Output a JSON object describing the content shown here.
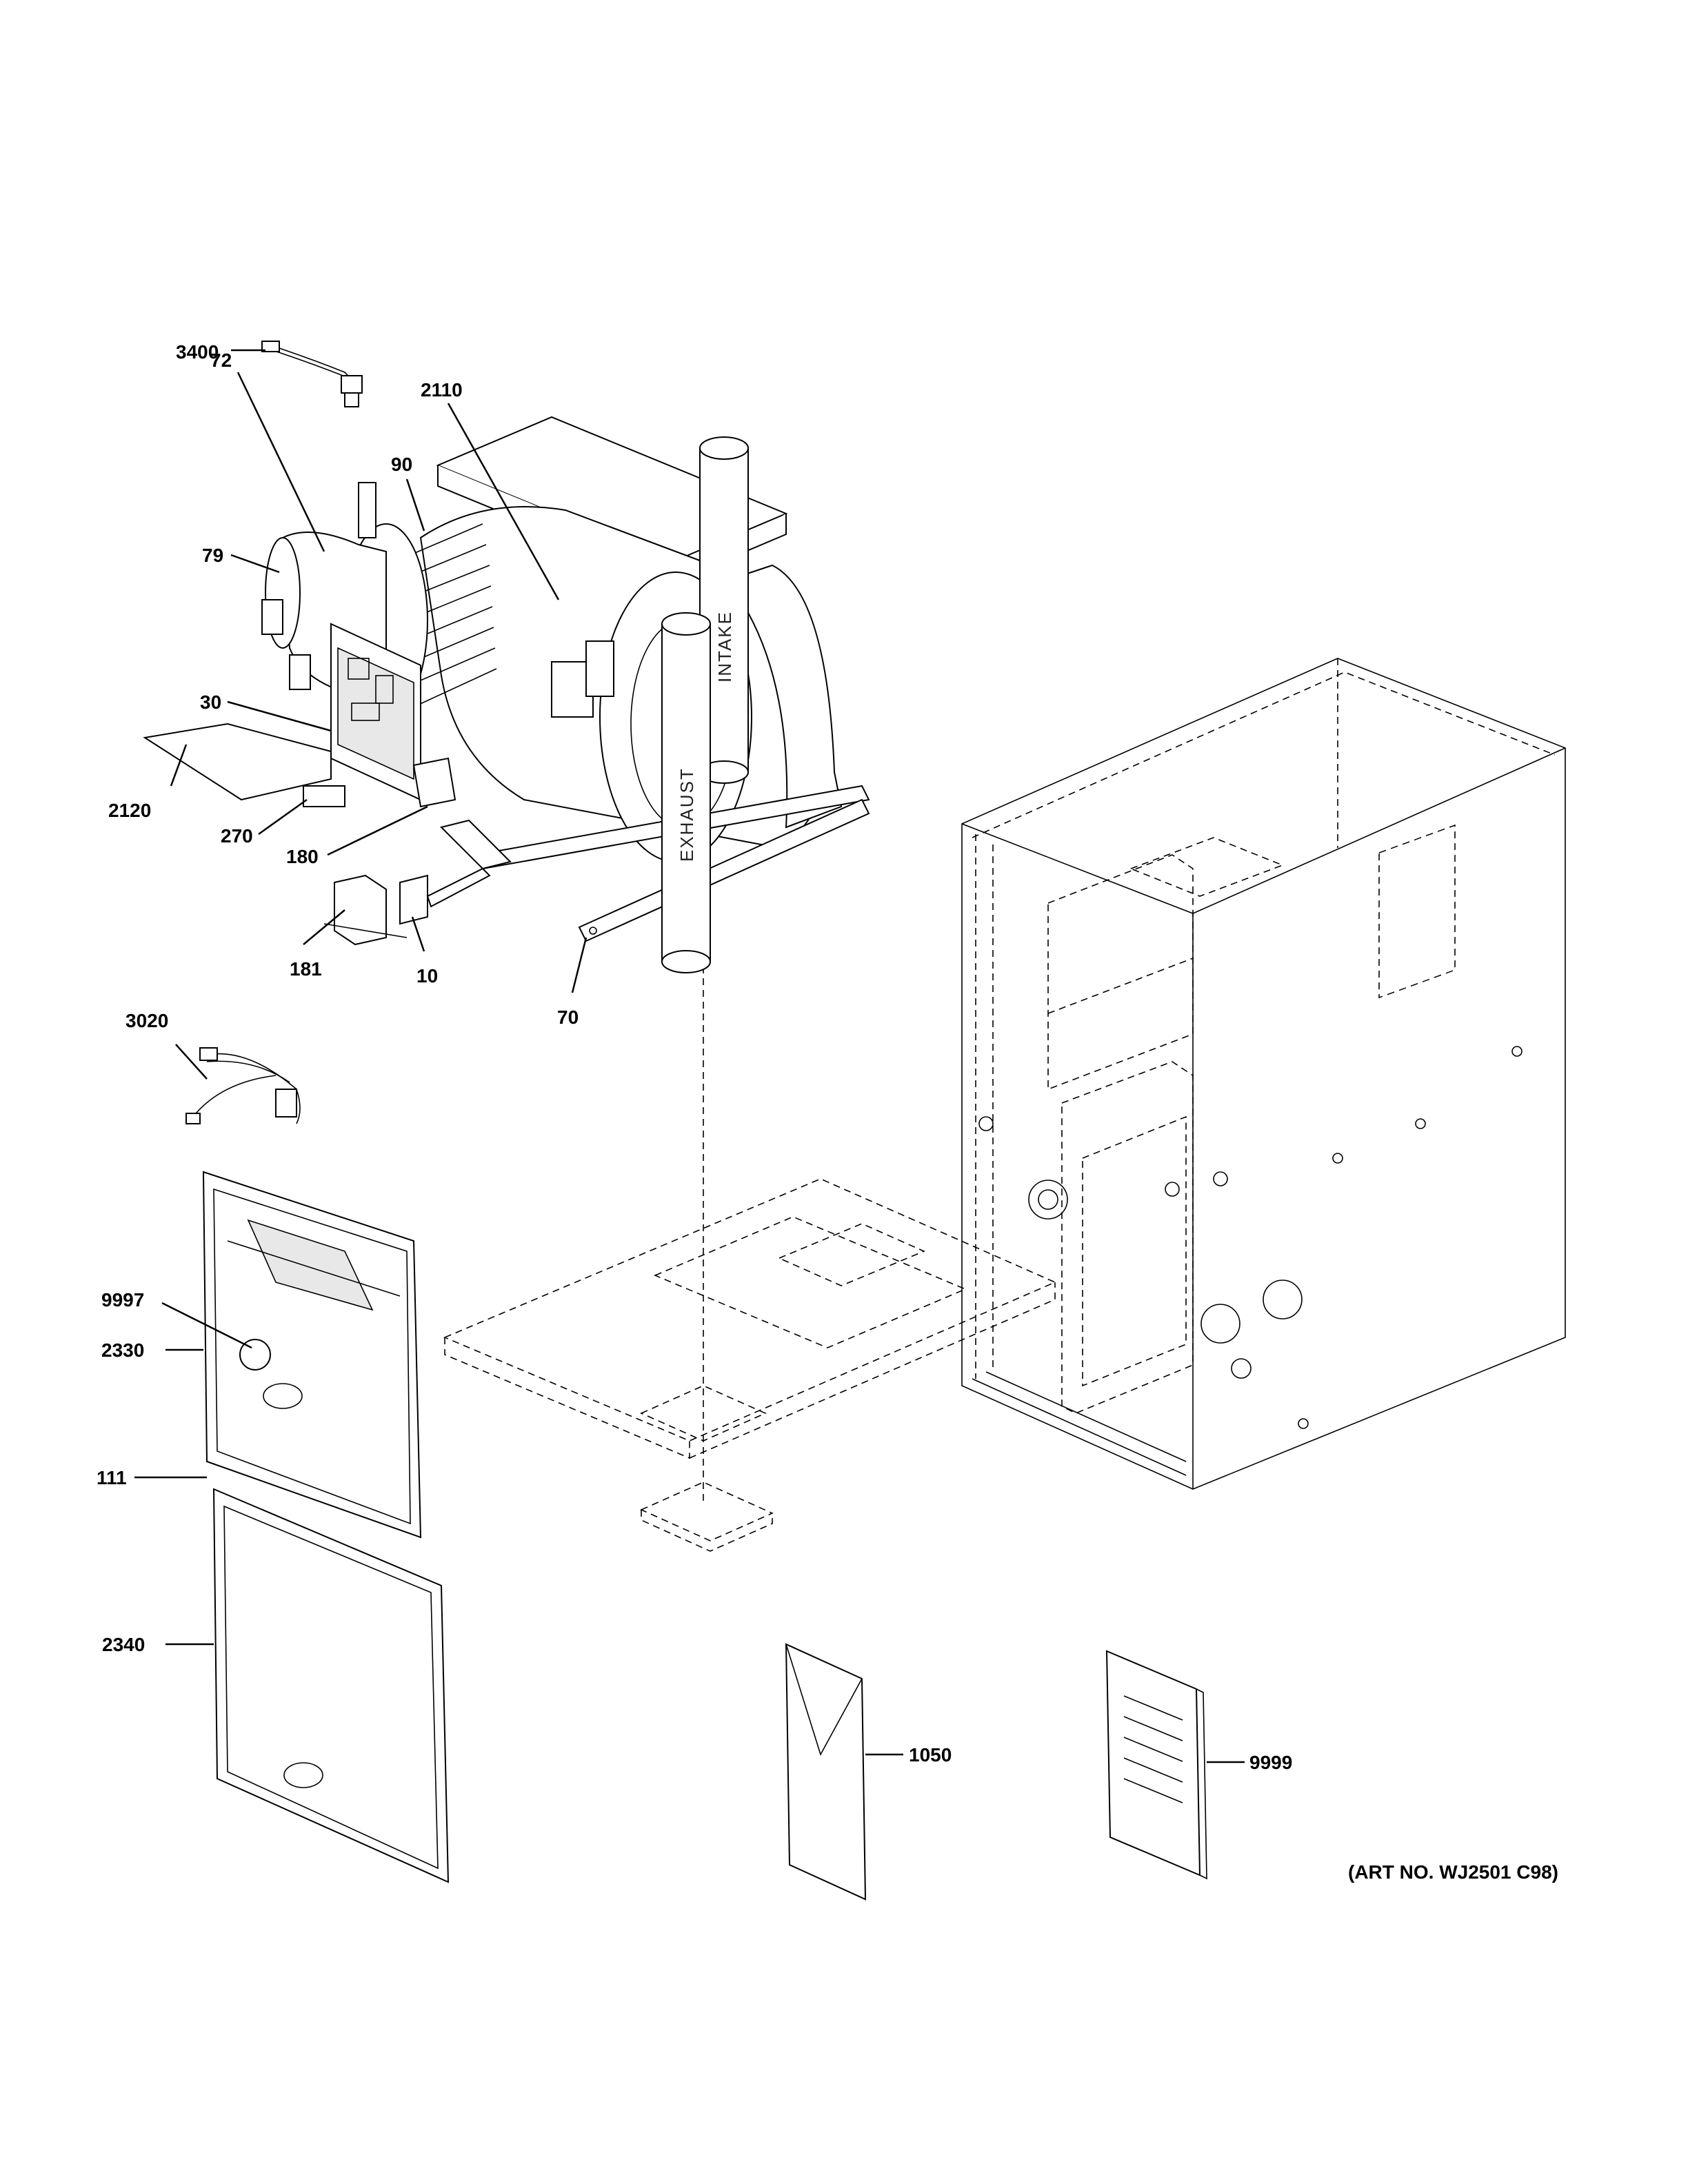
{
  "callouts": [
    {
      "id": "3400"
    },
    {
      "id": "2110"
    },
    {
      "id": "72"
    },
    {
      "id": "90"
    },
    {
      "id": "79"
    },
    {
      "id": "30"
    },
    {
      "id": "2120"
    },
    {
      "id": "270"
    },
    {
      "id": "180"
    },
    {
      "id": "181"
    },
    {
      "id": "10"
    },
    {
      "id": "70"
    },
    {
      "id": "3020"
    },
    {
      "id": "9997"
    },
    {
      "id": "2330"
    },
    {
      "id": "111"
    },
    {
      "id": "2340"
    },
    {
      "id": "1050"
    },
    {
      "id": "9999"
    }
  ],
  "pipe_labels": {
    "intake": "INTAKE",
    "exhaust": "EXHAUST"
  },
  "art_number": "(ART NO. WJ2501 C98)"
}
